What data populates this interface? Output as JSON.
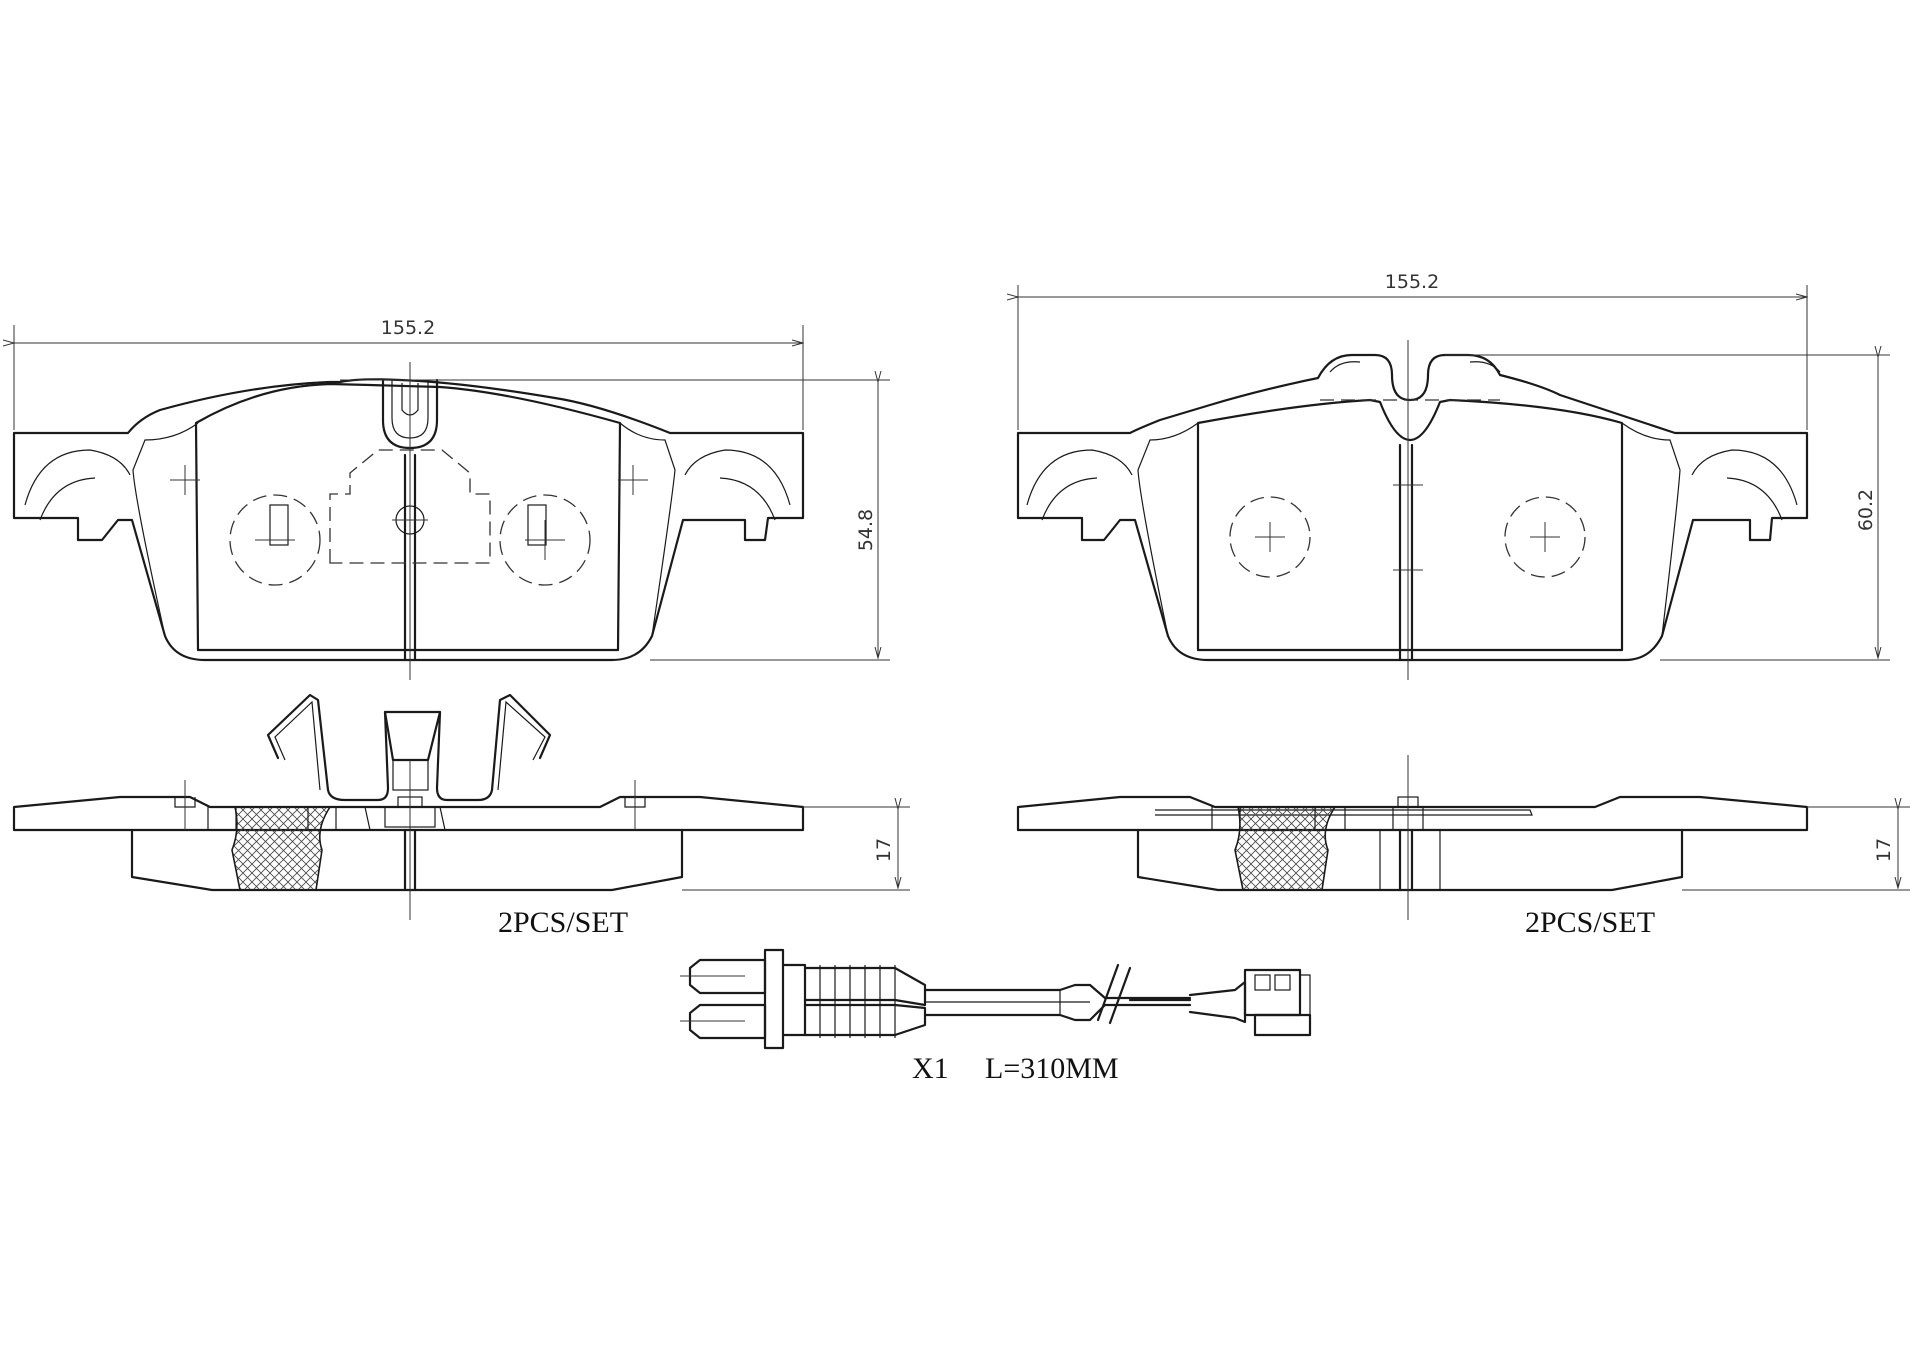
{
  "dimensions": {
    "left_pad_width": "155.2",
    "left_pad_height": "54.8",
    "left_pad_thickness": "17",
    "right_pad_width": "155.2",
    "right_pad_height": "60.2",
    "right_pad_thickness": "17"
  },
  "labels": {
    "left_quantity": "2PCS/SET",
    "right_quantity": "2PCS/SET",
    "sensor_quantity": "X1",
    "sensor_length": "L=310MM"
  }
}
